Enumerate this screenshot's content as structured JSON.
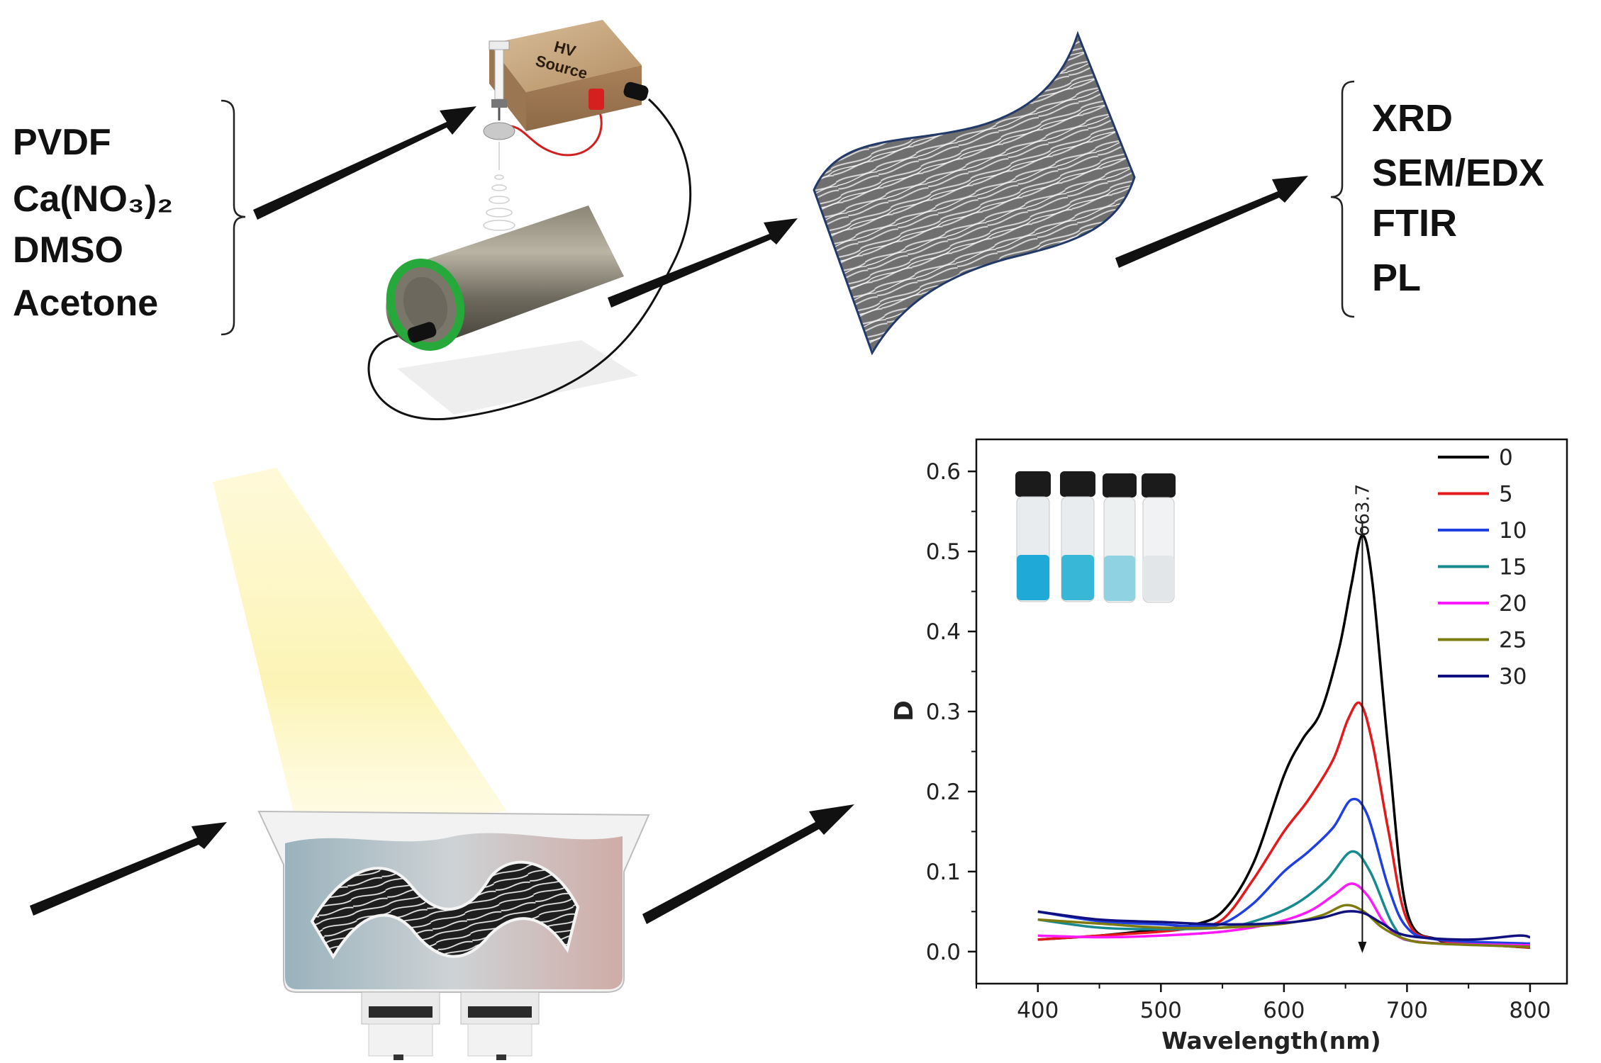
{
  "materials": [
    "PVDF",
    "Ca(NO₃)₂",
    "DMSO",
    "Acetone"
  ],
  "hv_source": {
    "line1": "HV",
    "line2": "Source"
  },
  "characterization": [
    "XRD",
    "SEM/EDX",
    "FTIR",
    "PL"
  ],
  "chart_data": {
    "type": "line",
    "xlabel": "Wavelength(nm)",
    "ylabel": "D",
    "xlim": [
      350,
      830
    ],
    "ylim": [
      -0.04,
      0.64
    ],
    "xticks": [
      400,
      500,
      600,
      700,
      800
    ],
    "yticks": [
      0.0,
      0.1,
      0.2,
      0.3,
      0.4,
      0.5,
      0.6
    ],
    "xtick_labels": [
      "400",
      "500",
      "600",
      "700",
      "800"
    ],
    "ytick_labels": [
      "0.0",
      "0.1",
      "0.2",
      "0.3",
      "0.4",
      "0.5",
      "0.6"
    ],
    "peak_label": "663.7",
    "peak_x": 663.7,
    "legend_position": "top-right",
    "series": [
      {
        "name": "0",
        "color": "#000000",
        "x": [
          400,
          450,
          500,
          525,
          550,
          575,
          600,
          615,
          630,
          645,
          655,
          663.7,
          672,
          685,
          700,
          725,
          750,
          800
        ],
        "y": [
          0.015,
          0.02,
          0.028,
          0.033,
          0.05,
          0.11,
          0.22,
          0.265,
          0.3,
          0.38,
          0.46,
          0.52,
          0.46,
          0.25,
          0.05,
          0.015,
          0.01,
          0.005
        ]
      },
      {
        "name": "5",
        "color": "#e31a1c",
        "x": [
          400,
          450,
          500,
          525,
          550,
          575,
          600,
          620,
          640,
          652,
          662,
          672,
          685,
          700,
          725,
          800
        ],
        "y": [
          0.015,
          0.02,
          0.025,
          0.03,
          0.04,
          0.09,
          0.15,
          0.19,
          0.24,
          0.29,
          0.31,
          0.26,
          0.15,
          0.04,
          0.015,
          0.005
        ]
      },
      {
        "name": "10",
        "color": "#1f3fe0",
        "x": [
          400,
          450,
          500,
          525,
          550,
          575,
          600,
          620,
          640,
          655,
          668,
          685,
          700,
          725,
          800
        ],
        "y": [
          0.05,
          0.038,
          0.034,
          0.032,
          0.035,
          0.06,
          0.1,
          0.125,
          0.155,
          0.19,
          0.17,
          0.08,
          0.03,
          0.015,
          0.01
        ]
      },
      {
        "name": "15",
        "color": "#178a8f",
        "x": [
          400,
          450,
          500,
          550,
          580,
          610,
          635,
          655,
          670,
          690,
          710,
          800
        ],
        "y": [
          0.04,
          0.03,
          0.028,
          0.03,
          0.04,
          0.06,
          0.09,
          0.125,
          0.1,
          0.03,
          0.012,
          0.008
        ]
      },
      {
        "name": "20",
        "color": "#ff19ff",
        "x": [
          400,
          450,
          500,
          550,
          590,
          620,
          640,
          655,
          668,
          685,
          710,
          800
        ],
        "y": [
          0.02,
          0.018,
          0.02,
          0.025,
          0.035,
          0.05,
          0.07,
          0.085,
          0.07,
          0.03,
          0.012,
          0.008
        ]
      },
      {
        "name": "25",
        "color": "#7d7a10",
        "x": [
          400,
          450,
          500,
          550,
          600,
          630,
          650,
          665,
          680,
          700,
          725,
          800
        ],
        "y": [
          0.04,
          0.035,
          0.03,
          0.03,
          0.035,
          0.045,
          0.058,
          0.05,
          0.03,
          0.015,
          0.01,
          0.006
        ]
      },
      {
        "name": "30",
        "color": "#101080",
        "x": [
          400,
          450,
          500,
          550,
          600,
          630,
          650,
          665,
          680,
          700,
          750,
          790,
          800
        ],
        "y": [
          0.05,
          0.04,
          0.037,
          0.034,
          0.036,
          0.042,
          0.05,
          0.048,
          0.035,
          0.02,
          0.015,
          0.02,
          0.018
        ]
      }
    ]
  }
}
